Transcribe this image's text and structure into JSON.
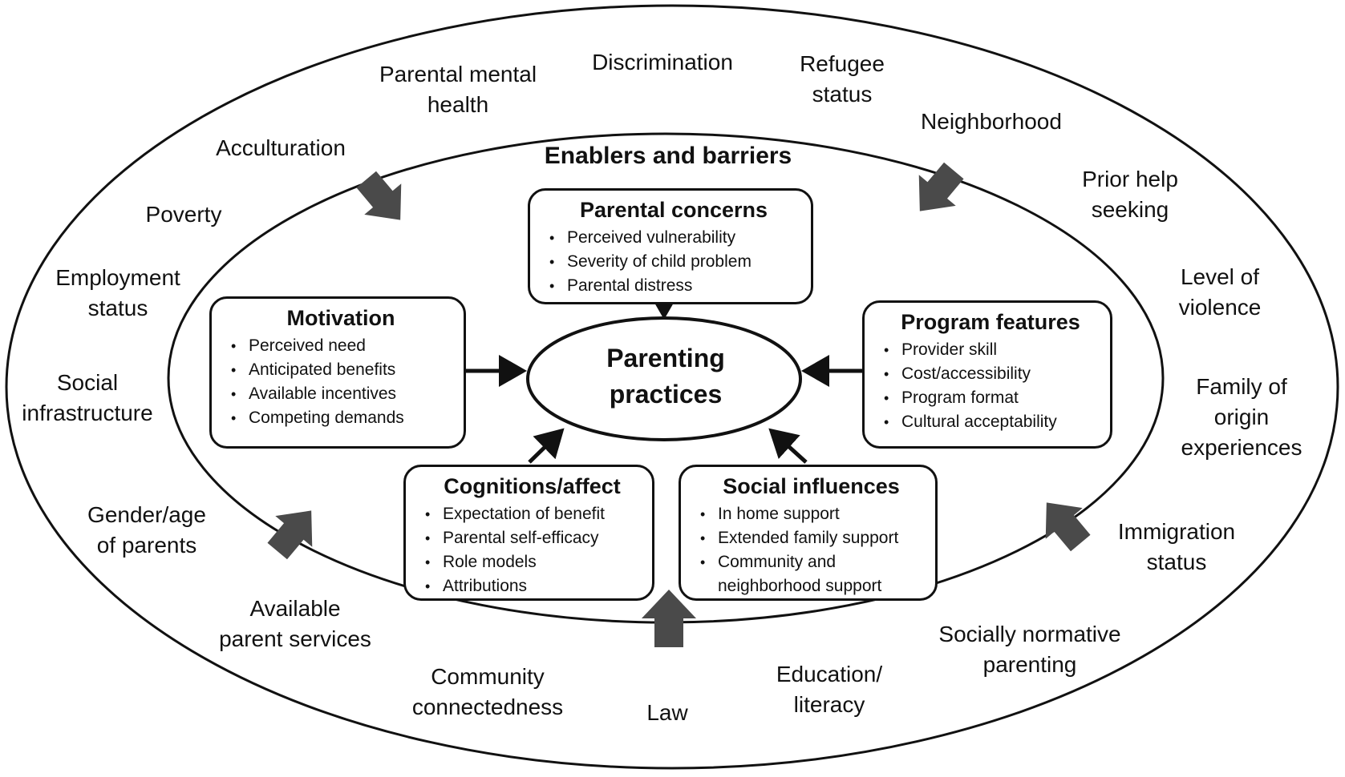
{
  "section_title": "Enablers and barriers",
  "center": {
    "line1": "Parenting",
    "line2": "practices"
  },
  "boxes": {
    "parental_concerns": {
      "title": "Parental concerns",
      "items": [
        "Perceived vulnerability",
        "Severity of child problem",
        "Parental distress"
      ]
    },
    "motivation": {
      "title": "Motivation",
      "items": [
        "Perceived need",
        "Anticipated benefits",
        "Available incentives",
        "Competing demands"
      ]
    },
    "program_features": {
      "title": "Program features",
      "items": [
        "Provider skill",
        "Cost/accessibility",
        "Program format",
        "Cultural acceptability"
      ]
    },
    "cognitions_affect": {
      "title": "Cognitions/affect",
      "items": [
        "Expectation of benefit",
        "Parental self-efficacy",
        "Role models",
        "Attributions"
      ]
    },
    "social_influences": {
      "title": "Social influences",
      "items": [
        "In home support",
        "Extended family support",
        "Community and",
        "neighborhood support"
      ]
    }
  },
  "outer_factors": {
    "parental_mental_health": [
      "Parental mental",
      "health"
    ],
    "discrimination": [
      "Discrimination"
    ],
    "refugee_status": [
      "Refugee",
      "status"
    ],
    "neighborhood": [
      "Neighborhood"
    ],
    "acculturation": [
      "Acculturation"
    ],
    "prior_help_seeking": [
      "Prior help",
      "seeking"
    ],
    "poverty": [
      "Poverty"
    ],
    "employment_status": [
      "Employment",
      "status"
    ],
    "level_of_violence": [
      "Level of",
      "violence"
    ],
    "social_infrastructure": [
      "Social",
      "infrastructure"
    ],
    "family_of_origin": [
      "Family of",
      "origin",
      "experiences"
    ],
    "gender_age": [
      "Gender/age",
      "of parents"
    ],
    "immigration_status": [
      "Immigration",
      "status"
    ],
    "available_services": [
      "Available",
      "parent services"
    ],
    "socially_normative": [
      "Socially normative",
      "parenting"
    ],
    "community_connectedness": [
      "Community",
      "connectedness"
    ],
    "law": [
      "Law"
    ],
    "education_literacy": [
      "Education/",
      "literacy"
    ]
  },
  "colors": {
    "line": "#111111",
    "arrow_fill": "#4a4a4a",
    "background": "#ffffff"
  }
}
